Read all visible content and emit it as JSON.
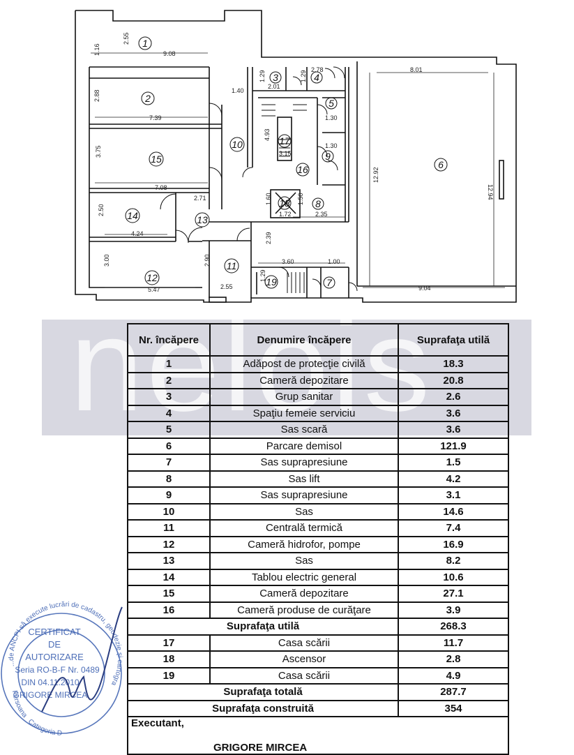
{
  "watermark": "nelois",
  "plan": {
    "rooms": [
      "1",
      "2",
      "3",
      "4",
      "5",
      "6",
      "7",
      "8",
      "9",
      "10",
      "11",
      "12",
      "13",
      "14",
      "15",
      "16",
      "17",
      "18",
      "19"
    ],
    "dims": {
      "d255": "2.55",
      "d116": "1.16",
      "d908": "9.08",
      "d288": "2.88",
      "d739": "7.39",
      "d375": "3.75",
      "d708": "7.08",
      "d250": "2.50",
      "d424": "4.24",
      "d271": "2.71",
      "d300": "3.00",
      "d547": "5.47",
      "d290": "2.90",
      "d255b": "2.55",
      "d140": "1.40",
      "d129a": "1.29",
      "d201": "2.01",
      "d129b": "1.29",
      "d278": "2.78",
      "d130a": "1.30",
      "d130b": "1.30",
      "d493": "4.93",
      "d315": "3.15",
      "d160": "1.60",
      "d150": "1.50",
      "d172": "1.72",
      "d235": "2.35",
      "d239": "2.39",
      "d360": "3.60",
      "d100": "1.00",
      "d129c": "1.29",
      "d801": "8.01",
      "d1292": "12.92",
      "d1294": "12.94",
      "d904": "9.04"
    }
  },
  "table": {
    "headers": [
      "Nr. încăpere",
      "Denumire încăpere",
      "Suprafaţa utilă"
    ],
    "rows": [
      {
        "nr": "1",
        "name": "Adăpost de protecţie civilă",
        "area": "18.3"
      },
      {
        "nr": "2",
        "name": "Cameră depozitare",
        "area": "20.8"
      },
      {
        "nr": "3",
        "name": "Grup sanitar",
        "area": "2.6"
      },
      {
        "nr": "4",
        "name": "Spaţiu femeie serviciu",
        "area": "3.6"
      },
      {
        "nr": "5",
        "name": "Sas scară",
        "area": "3.6"
      },
      {
        "nr": "6",
        "name": "Parcare demisol",
        "area": "121.9"
      },
      {
        "nr": "7",
        "name": "Sas suprapresiune",
        "area": "1.5"
      },
      {
        "nr": "8",
        "name": "Sas lift",
        "area": "4.2"
      },
      {
        "nr": "9",
        "name": "Sas suprapresiune",
        "area": "3.1"
      },
      {
        "nr": "10",
        "name": "Sas",
        "area": "14.6"
      },
      {
        "nr": "11",
        "name": "Centrală termică",
        "area": "7.4"
      },
      {
        "nr": "12",
        "name": "Cameră hidrofor, pompe",
        "area": "16.9"
      },
      {
        "nr": "13",
        "name": "Sas",
        "area": "8.2"
      },
      {
        "nr": "14",
        "name": "Tablou electric general",
        "area": "10.6"
      },
      {
        "nr": "15",
        "name": "Cameră depozitare",
        "area": "27.1"
      },
      {
        "nr": "16",
        "name": "Cameră produse de curăţare",
        "area": "3.9"
      }
    ],
    "subtotal": {
      "label": "Suprafaţa utilă",
      "value": "268.3"
    },
    "rows2": [
      {
        "nr": "17",
        "name": "Casa scării",
        "area": "11.7"
      },
      {
        "nr": "18",
        "name": "Ascensor",
        "area": "2.8"
      },
      {
        "nr": "19",
        "name": "Casa scării",
        "area": "4.9"
      }
    ],
    "total": {
      "label": "Suprafaţa totală",
      "value": "287.7"
    },
    "built": {
      "label": "Suprafaţa construită",
      "value": "354"
    },
    "executant_label": "Executant,",
    "executant_name": "GRIGORE MIRCEA"
  },
  "stamp": {
    "ring_text": "...de ANCPI să execute lucrări de cadastru, geodezie şi cartografie",
    "line1": "CERTIFICAT",
    "line2": "DE",
    "line3": "AUTORIZARE",
    "line4": "Seria RO-B-F Nr. 0489",
    "line5": "DIN 04.11.2010",
    "line6": "GRIGORE MIRCEA",
    "category": "Categoria D",
    "left_ring": "Persoana"
  },
  "colors": {
    "stamp": "#3a5fb0",
    "watermark": "#b8b8c8",
    "lines": "#111111"
  }
}
